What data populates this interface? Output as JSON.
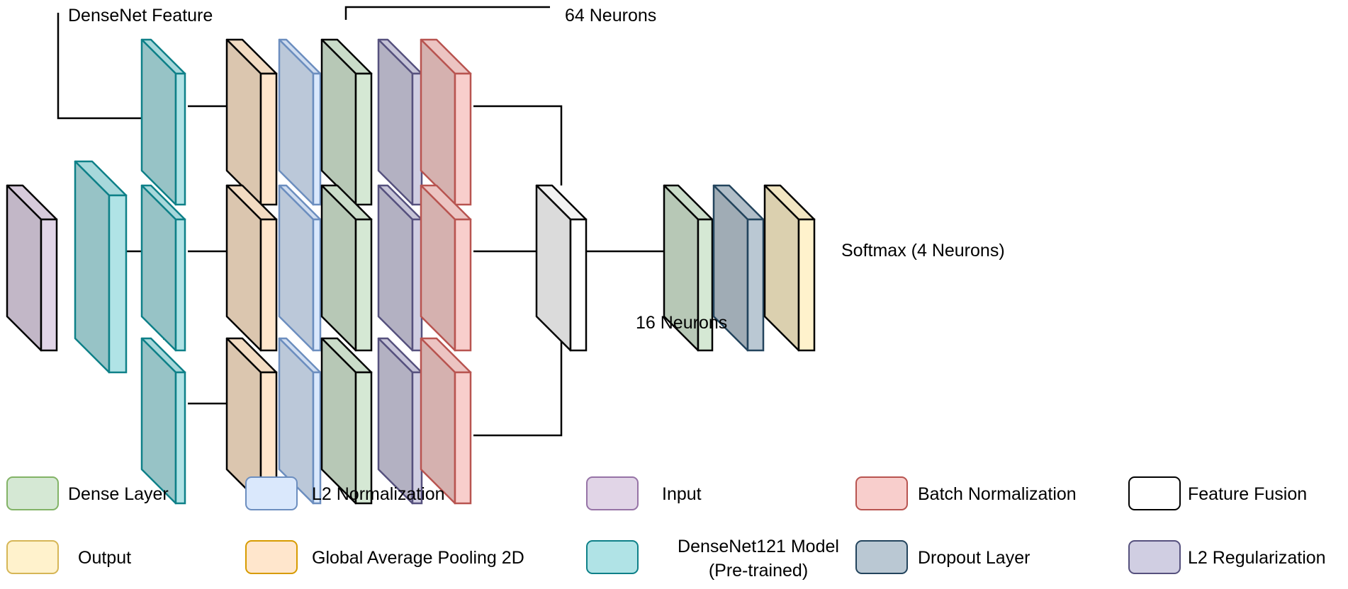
{
  "labels": {
    "densenet_feature": "DenseNet Feature",
    "neurons_64": "64 Neurons",
    "neurons_16": "16 Neurons",
    "softmax": "Softmax (4 Neurons)"
  },
  "legend": [
    {
      "label": "Dense Layer",
      "fill": "#d5e8d4",
      "stroke": "#82b366"
    },
    {
      "label": "L2 Normalization",
      "fill": "#dae8fc",
      "stroke": "#6c8ebf"
    },
    {
      "label": "Input",
      "fill": "#e1d5e7",
      "stroke": "#9673a6"
    },
    {
      "label": "Batch Normalization",
      "fill": "#f8cecc",
      "stroke": "#b85450"
    },
    {
      "label": "Feature Fusion",
      "fill": "#ffffff",
      "stroke": "#000000"
    },
    {
      "label": "Output",
      "fill": "#fff2cc",
      "stroke": "#d6b656"
    },
    {
      "label": "Global Average Pooling 2D",
      "fill": "#ffe6cc",
      "stroke": "#d79b00"
    },
    {
      "label": "DenseNet121 Model",
      "label2": "(Pre-trained)",
      "fill": "#b0e3e6",
      "stroke": "#0e8088"
    },
    {
      "label": "Dropout Layer",
      "fill": "#bac8d3",
      "stroke": "#23445d"
    },
    {
      "label": "L2 Regularization",
      "fill": "#d0cee2",
      "stroke": "#56517e"
    }
  ],
  "colors": {
    "input": "#e1d5e7",
    "densenet": "#b0e3e6",
    "gap": "#ffe6cc",
    "l2norm": "#dae8fc",
    "dense": "#d5e8d4",
    "l2reg": "#d0cee2",
    "batchnorm": "#f8cecc",
    "fusion": "#ffffff",
    "dropout": "#bac8d3",
    "output": "#fff2cc",
    "connector": "#000000",
    "branch_connector": "#707070"
  }
}
